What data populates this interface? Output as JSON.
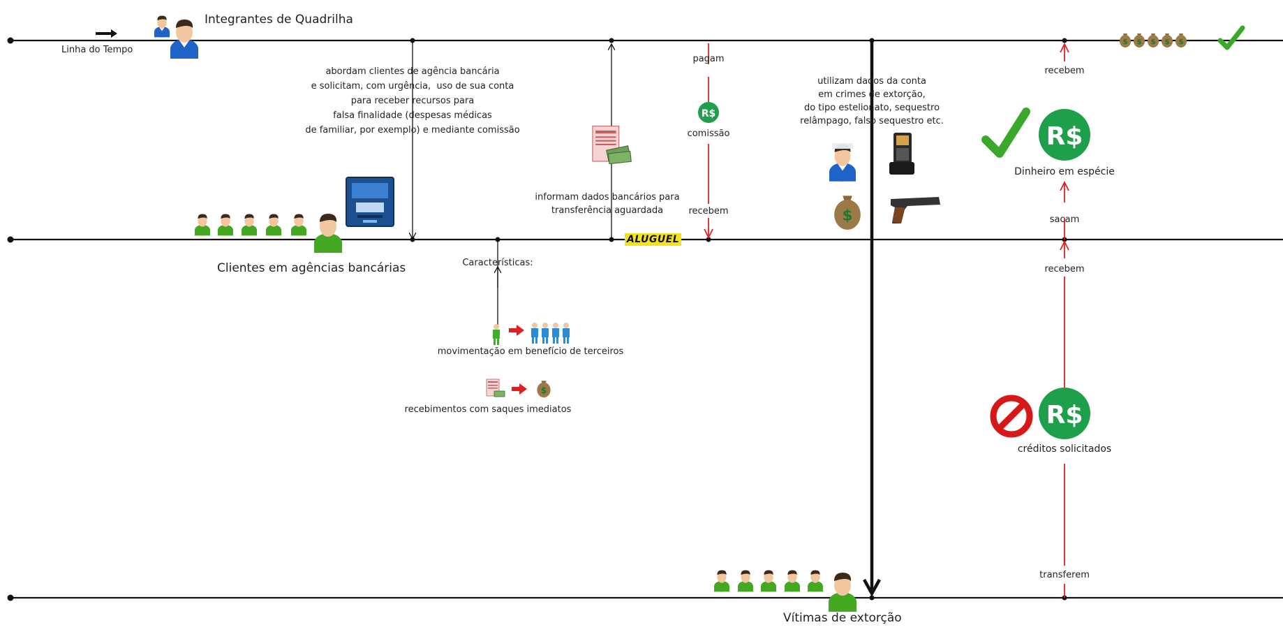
{
  "lanes": {
    "quadrilha": "Integrantes de Quadrilha",
    "clientes": "Clientes em agências bancárias",
    "vitimas": "Vítimas de extorção"
  },
  "timeline_label": "Linha do Tempo",
  "text": {
    "abordam": "abordam clientes de agência bancária\ne solicitam, com urgência,  uso de sua conta\npara receber recursos para\nfalsa finalidade (despesas médicas\nde familiar, por exemplo) e mediante comissão",
    "informam": "informam dados bancários para\ntransferência aguardada",
    "utilizam": "utilizam dados da conta\nem crimes de extorção,\ndo tipo estelionato, sequestro\nrelâmpago, falso sequestro etc.",
    "caracteristicas": "Características:",
    "movimentacao": "movimentação em benefício de terceiros",
    "recebimentos": "recebimentos com saques imediatos",
    "aluguel": "ALUGUEL",
    "pagam": "pagam",
    "comissao": "comissão",
    "recebem_comissao": "recebem",
    "recebem_top": "recebem",
    "dinheiro": "Dinheiro em espécie",
    "sacam": "sacam",
    "recebem_mid": "recebem",
    "creditos": "créditos solicitados",
    "transferem": "transferem",
    "currency_symbol": "R$"
  },
  "colors": {
    "line": "#111111",
    "red_flow": "#e02020",
    "green_badge": "#1ea04a",
    "prohibited": "#d81818",
    "check": "#3aa829",
    "highlight": "#f3e31a"
  },
  "icons": [
    "person-blue-icon",
    "person-green-icon",
    "atm-icon",
    "money-bag-icon",
    "check-icon",
    "prohibited-icon",
    "phone-icon",
    "pistol-icon",
    "bank-slip-cash-icon",
    "red-arrow-icon",
    "currency-badge-icon"
  ]
}
